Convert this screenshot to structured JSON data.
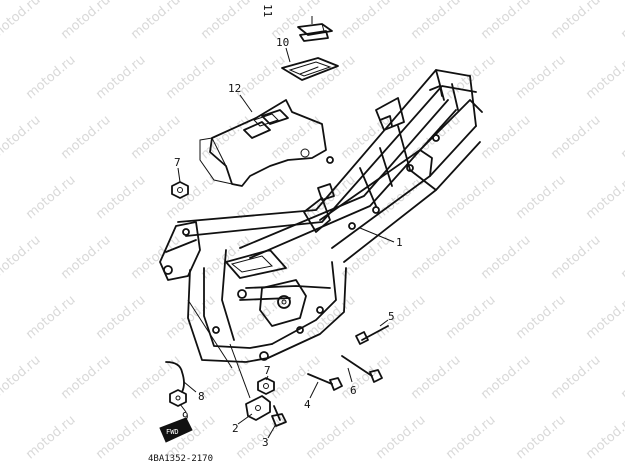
{
  "watermark": {
    "text": "motod.ru"
  },
  "callouts": [
    {
      "id": "1",
      "label": "1"
    },
    {
      "id": "2",
      "label": "2"
    },
    {
      "id": "3",
      "label": "3"
    },
    {
      "id": "4",
      "label": "4"
    },
    {
      "id": "5",
      "label": "5"
    },
    {
      "id": "6",
      "label": "6"
    },
    {
      "id": "7a",
      "label": "7"
    },
    {
      "id": "7b",
      "label": "7"
    },
    {
      "id": "8",
      "label": "8"
    },
    {
      "id": "9",
      "label": "9"
    },
    {
      "id": "10",
      "label": "10"
    },
    {
      "id": "11",
      "label": "11"
    },
    {
      "id": "12",
      "label": "12"
    }
  ],
  "diagram_code": "4BA1352-2170",
  "badge_text": "FWD"
}
